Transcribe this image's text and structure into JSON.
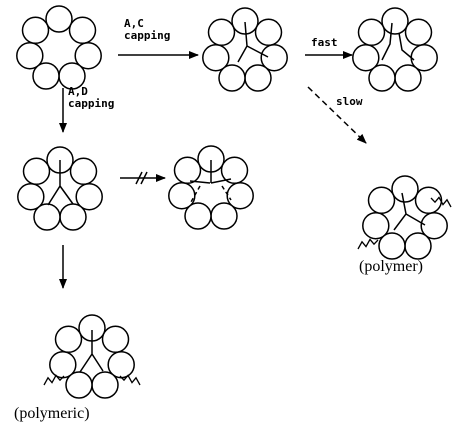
{
  "labels": {
    "ac_capping": "A,C\ncapping",
    "fast": "fast",
    "ad_capping": "A,D\ncapping",
    "slow": "slow",
    "polymer": "(polymer)",
    "polymeric": "(polymeric)"
  },
  "colors": {
    "ink": "#000000",
    "background": "#ffffff"
  },
  "structures": [
    {
      "id": "cyclodextrin-unmodified",
      "ring_units": 7
    },
    {
      "id": "cyclodextrin-ac-capped",
      "ring_units": 7
    },
    {
      "id": "cyclodextrin-ac-fast-product",
      "ring_units": 7
    },
    {
      "id": "cyclodextrin-ad-capped",
      "ring_units": 7
    },
    {
      "id": "cyclodextrin-ad-blocked-product",
      "ring_units": 7
    },
    {
      "id": "cyclodextrin-ac-polymer",
      "ring_units": 7
    },
    {
      "id": "cyclodextrin-ad-polymeric",
      "ring_units": 7
    }
  ]
}
